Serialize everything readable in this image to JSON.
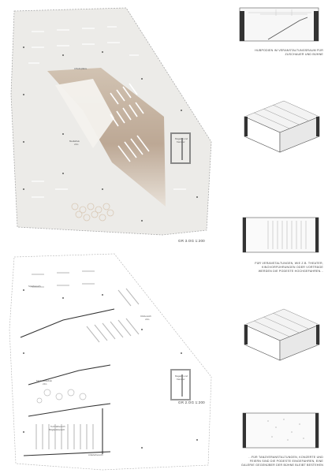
{
  "plans": {
    "upper": {
      "title": "GR 3.OG 1:200",
      "rooms": {
        "arbeitsplaetze": "Arbeitsplätze",
        "mediathek": "Mediathek",
        "mediathek_area": "x3m",
        "magazin": "Magazin und",
        "magazin2": "Kammer"
      }
    },
    "lower": {
      "title": "GR 2.OG 1:200",
      "rooms": {
        "spielbereich": "Spielbereich",
        "infobereich": "Infobereich",
        "infobereich_area": "x3m",
        "kinderbibliothek": "Kinderbibliothek",
        "kinderbibliothek_area": "x3m",
        "magazin": "Magazin und",
        "magazin2": "Kammer",
        "technik": "Technikbereich",
        "technik2": "Mitgliedsbereich",
        "anlieferung": "Anlieferbereich"
      }
    }
  },
  "captions": {
    "c1": [
      "HUBPODIEN IM VERANSTALTUNGSRAUM FÜR",
      "ZUSCHAUER UND BÜHNE"
    ],
    "c2": [
      "FÜR VERANSTALTUNGEN, WIE Z.B. THEATER,",
      "KINOVORFÜHRUNGEN ODER VORTRÄGE",
      "WERDEN DIE PODESTE HOCHGEFAHREN..."
    ],
    "c3": [
      "...FÜR TANZVERANSTALTUNGEN, KONZERTE UND",
      "FEIERN SIND DIE PODESTE EINGEFAHREN, EINE",
      "GALERIE GEGENÜBER DER BÜHNE BLEIBT BESTEHEN"
    ]
  },
  "colors": {
    "floor": "#ecebe8",
    "wood": "#b8a491",
    "wall": "#333333"
  }
}
